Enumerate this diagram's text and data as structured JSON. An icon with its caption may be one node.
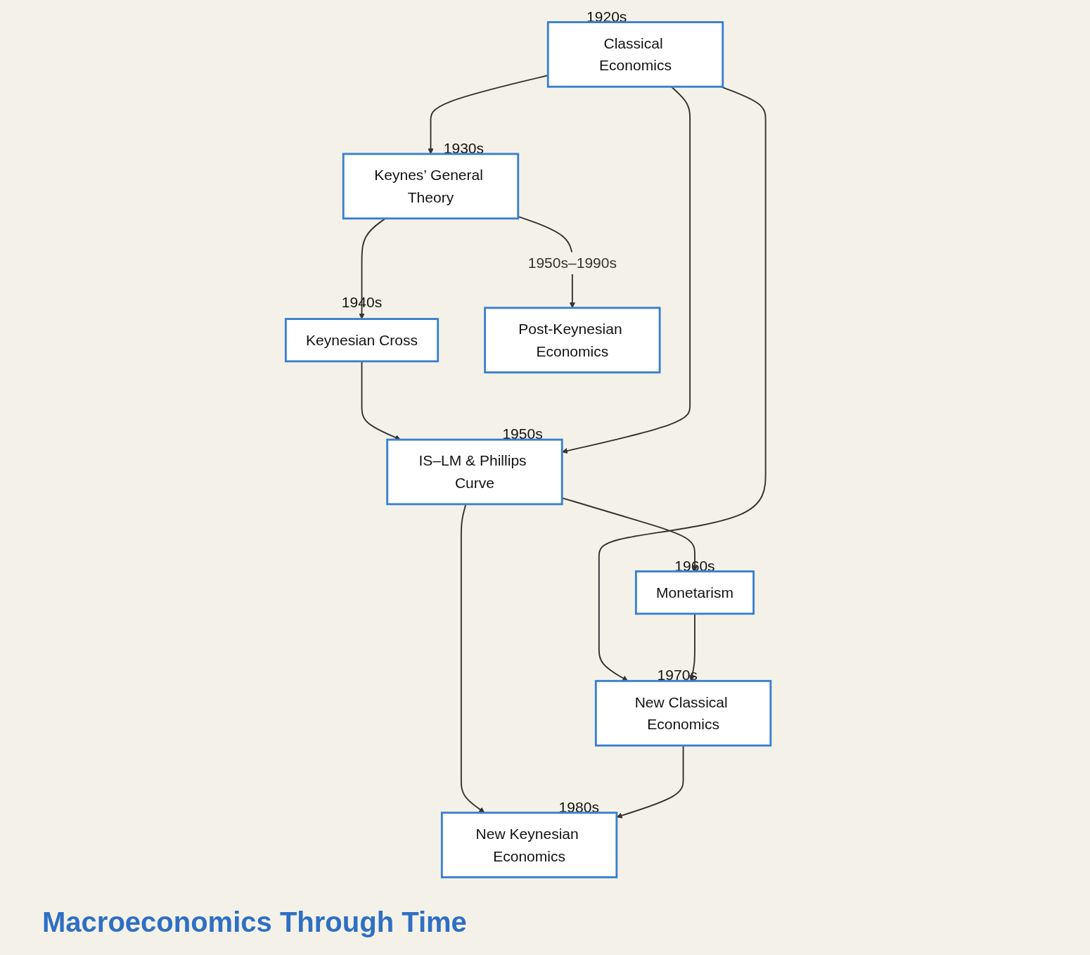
{
  "diagram": {
    "title": "Macroeconomics Through Time",
    "nodes": [
      {
        "text": [
          "Classical Economics"
        ],
        "beside": [
          "1920s"
        ]
      },
      {
        "text": [
          "Keynes’ General Theory"
        ],
        "beside": [
          "1930s"
        ]
      },
      {
        "text": [
          "Keynesian Cross"
        ],
        "beside": [
          "1940s"
        ]
      },
      {
        "text": [
          "IS–LM & Phillips Curve"
        ],
        "beside": [
          "1950s"
        ]
      },
      {
        "text": [
          "Monetarism"
        ],
        "beside": [
          "1960s"
        ]
      },
      {
        "text": [
          "New Classical Economics"
        ],
        "beside": [
          "1970s"
        ]
      },
      {
        "text": [
          "New Keynesian Economics"
        ],
        "beside": [
          "1980s"
        ]
      },
      {
        "text": [
          "Post-Keynesian Economics"
        ]
      }
    ],
    "edges": [
      {
        "from": 0,
        "to": 1,
        "arrow": "to"
      },
      {
        "from": 1,
        "to": 2,
        "arrow": "to"
      },
      {
        "from": 2,
        "to": 3,
        "arrow": "to"
      },
      {
        "from": 0,
        "to": 3,
        "arrow": "to"
      },
      {
        "from": 0,
        "to": 5,
        "arrow": "to"
      },
      {
        "from": 3,
        "to": 4,
        "arrow": "to"
      },
      {
        "from": 4,
        "to": 5,
        "arrow": "to"
      },
      {
        "from": 3,
        "to": 6,
        "arrow": "to"
      },
      {
        "from": 5,
        "to": 6,
        "arrow": "to"
      },
      {
        "from": 1,
        "to": 7,
        "arrow": "to",
        "label": "1950s–1990s"
      }
    ]
  }
}
